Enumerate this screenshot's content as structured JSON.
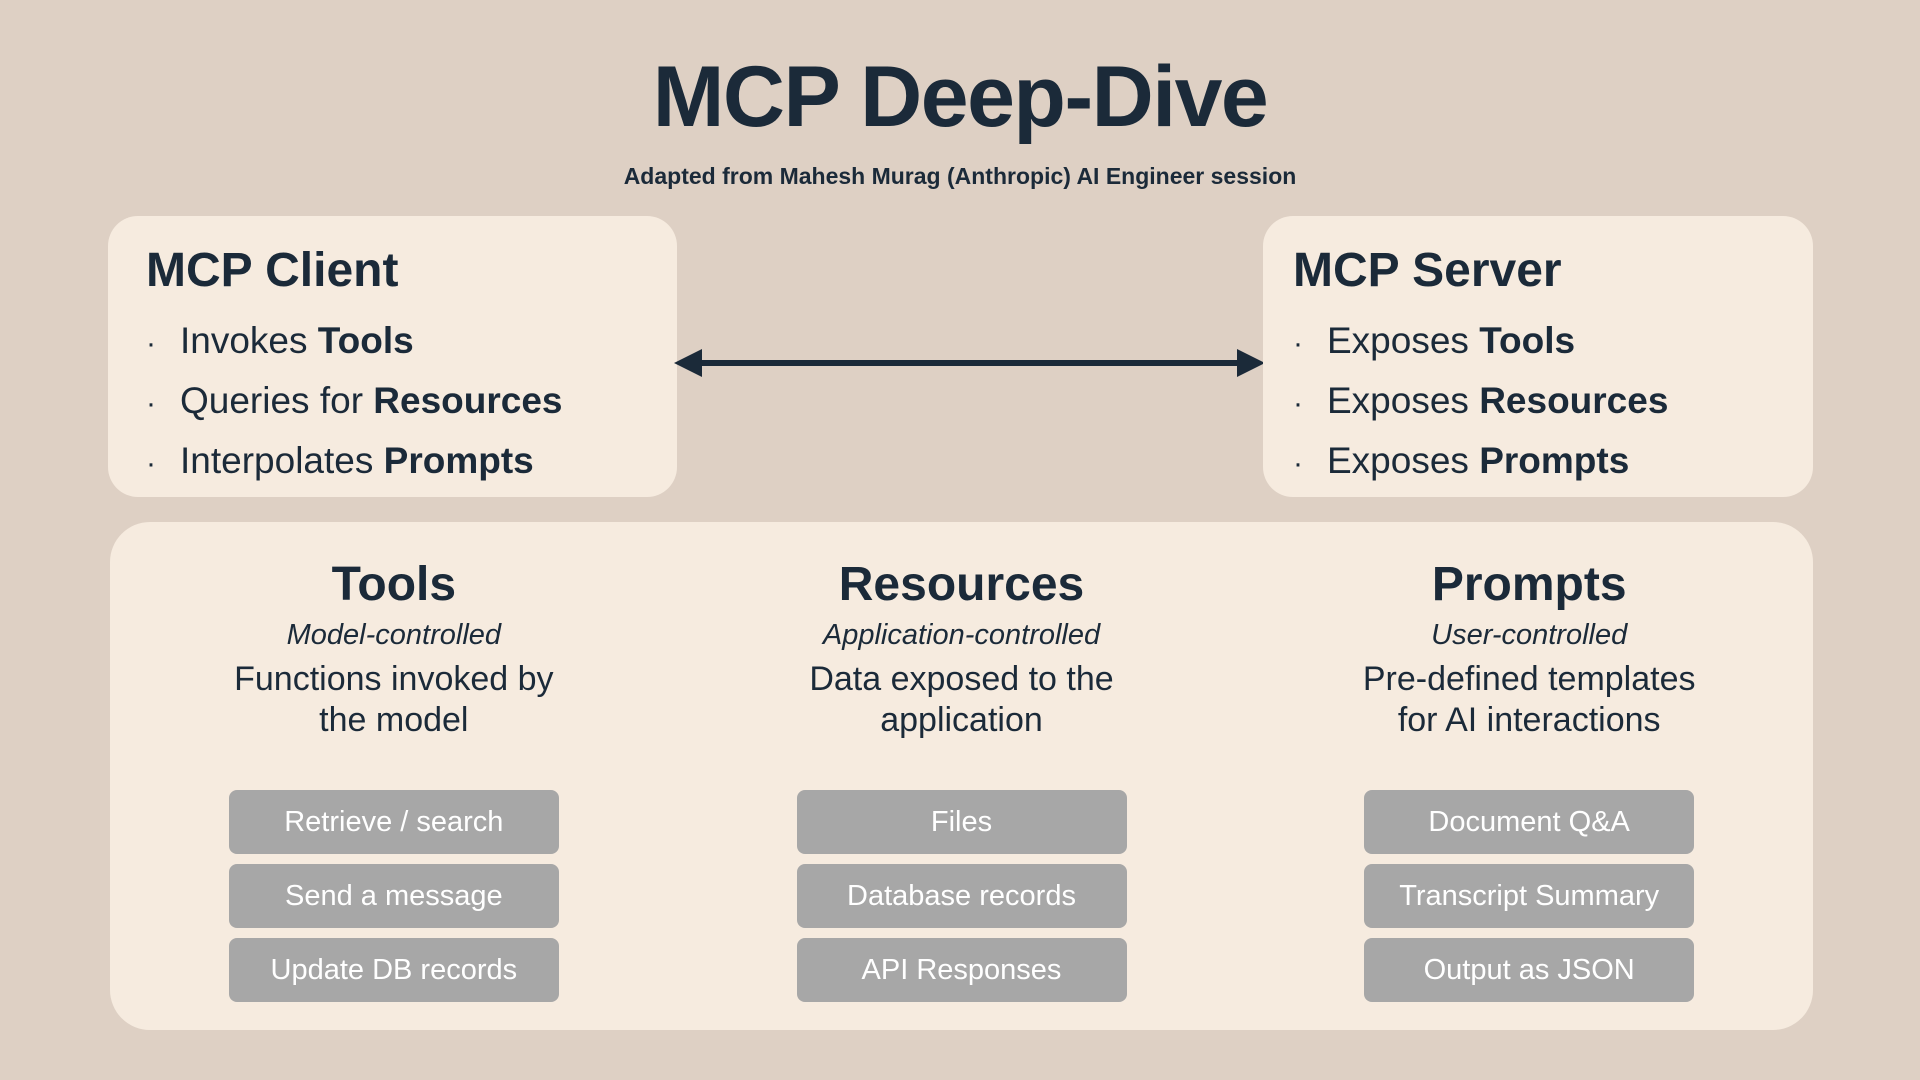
{
  "title": "MCP Deep-Dive",
  "subtitle": "Adapted from Mahesh Murag (Anthropic) AI Engineer session",
  "bullet_char": "·",
  "colors": {
    "background": "#ded0c4",
    "card": "#f6ebdf",
    "ink": "#1b2a39",
    "button": "#a7a7a7",
    "button_text": "#ffffff"
  },
  "client": {
    "title": "MCP Client",
    "items": [
      {
        "prefix": "Invokes ",
        "keyword": "Tools"
      },
      {
        "prefix": "Queries for ",
        "keyword": "Resources"
      },
      {
        "prefix": "Interpolates ",
        "keyword": "Prompts"
      }
    ]
  },
  "server": {
    "title": "MCP Server",
    "items": [
      {
        "prefix": "Exposes ",
        "keyword": "Tools"
      },
      {
        "prefix": "Exposes ",
        "keyword": "Resources"
      },
      {
        "prefix": "Exposes ",
        "keyword": "Prompts"
      }
    ]
  },
  "sections": [
    {
      "title": "Tools",
      "control": "Model-controlled",
      "description": "Functions invoked by\nthe model",
      "buttons": [
        "Retrieve / search",
        "Send a message",
        "Update DB records"
      ]
    },
    {
      "title": "Resources",
      "control": "Application-controlled",
      "description": "Data exposed to the\napplication",
      "buttons": [
        "Files",
        "Database records",
        "API Responses"
      ]
    },
    {
      "title": "Prompts",
      "control": "User-controlled",
      "description": "Pre-defined templates\nfor AI interactions",
      "buttons": [
        "Document Q&A",
        "Transcript Summary",
        "Output as JSON"
      ]
    }
  ]
}
